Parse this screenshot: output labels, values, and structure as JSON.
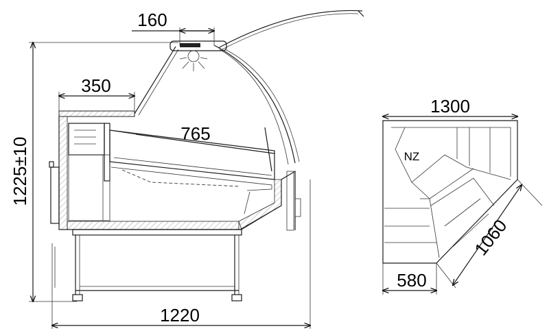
{
  "side_view": {
    "dim_top_width": "160",
    "dim_shelf_depth": "350",
    "dim_display_depth": "765",
    "dim_height": "1225±10",
    "dim_total_depth": "1220"
  },
  "corner_view": {
    "label": "NZ",
    "dim_outer_width": "1300",
    "dim_diagonal": "1060",
    "dim_inner_width": "580"
  }
}
